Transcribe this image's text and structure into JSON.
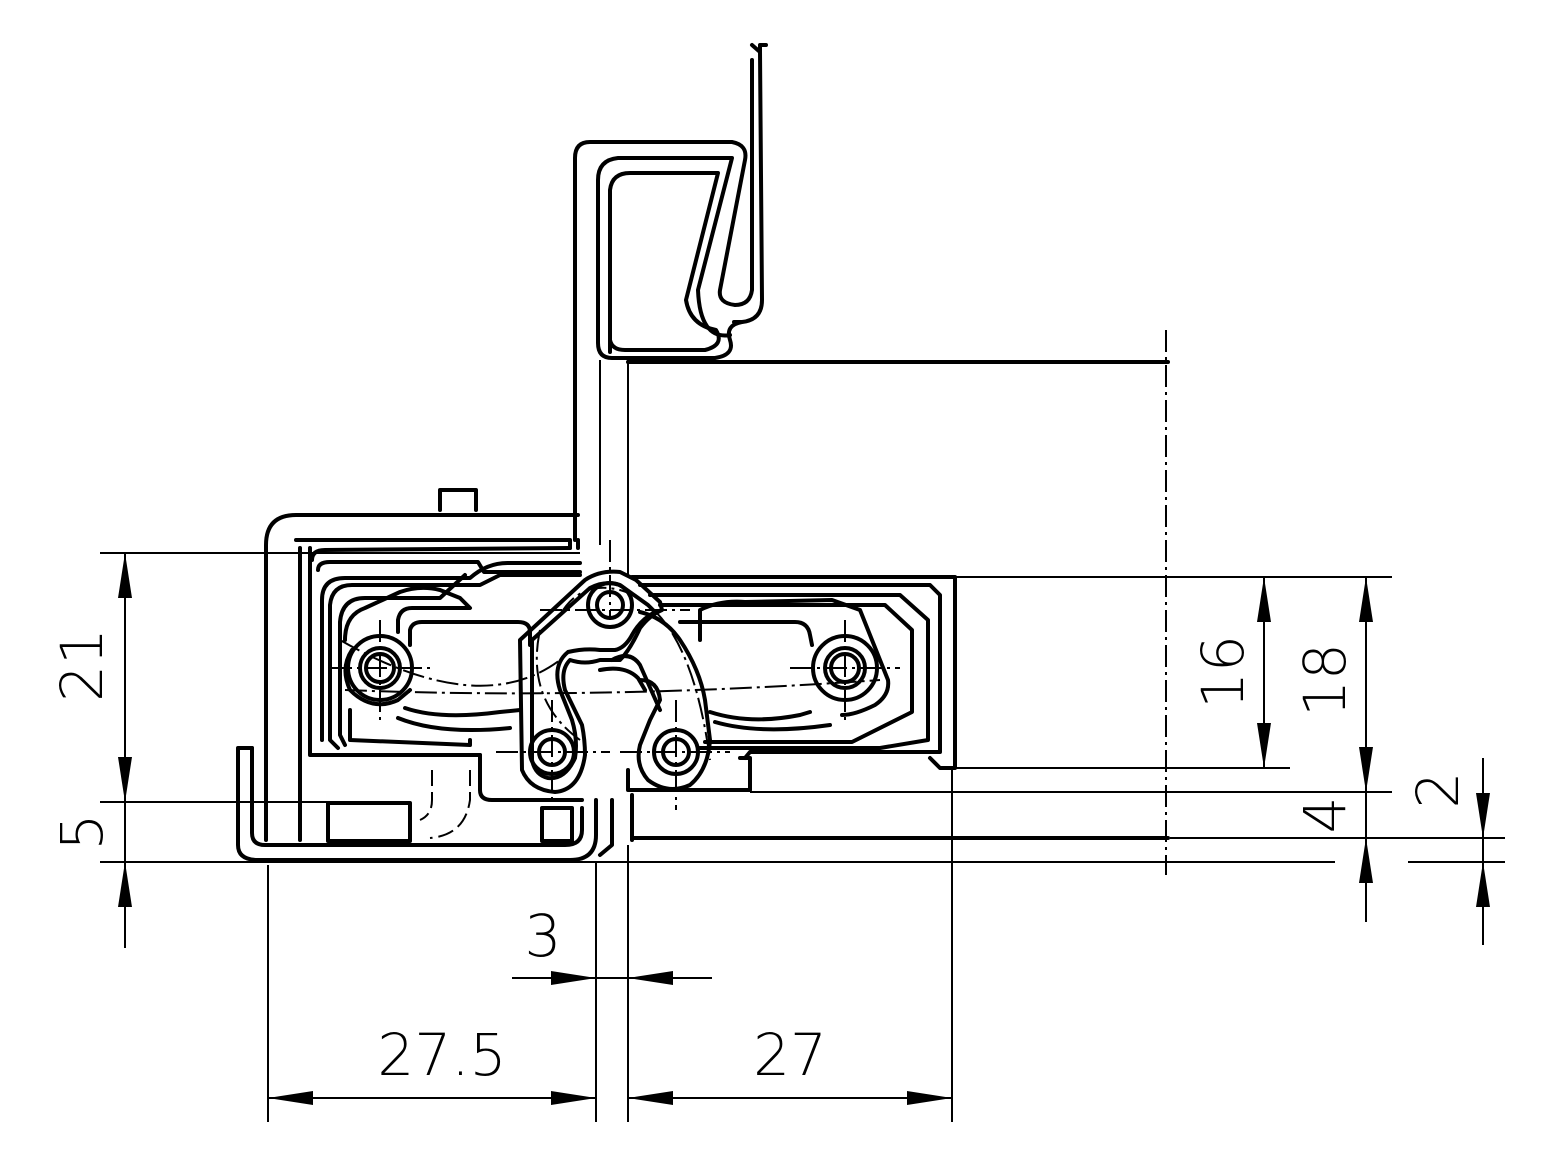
{
  "drawing": {
    "colors": {
      "line": "#000000",
      "background": "#ffffff"
    },
    "dimensions": {
      "left_width": "27.5",
      "right_width": "27",
      "gap": "3",
      "overall_height": "21",
      "base_height": "5",
      "body_height": "16",
      "right_height": "18",
      "offset_4": "4",
      "offset_2": "2"
    }
  }
}
